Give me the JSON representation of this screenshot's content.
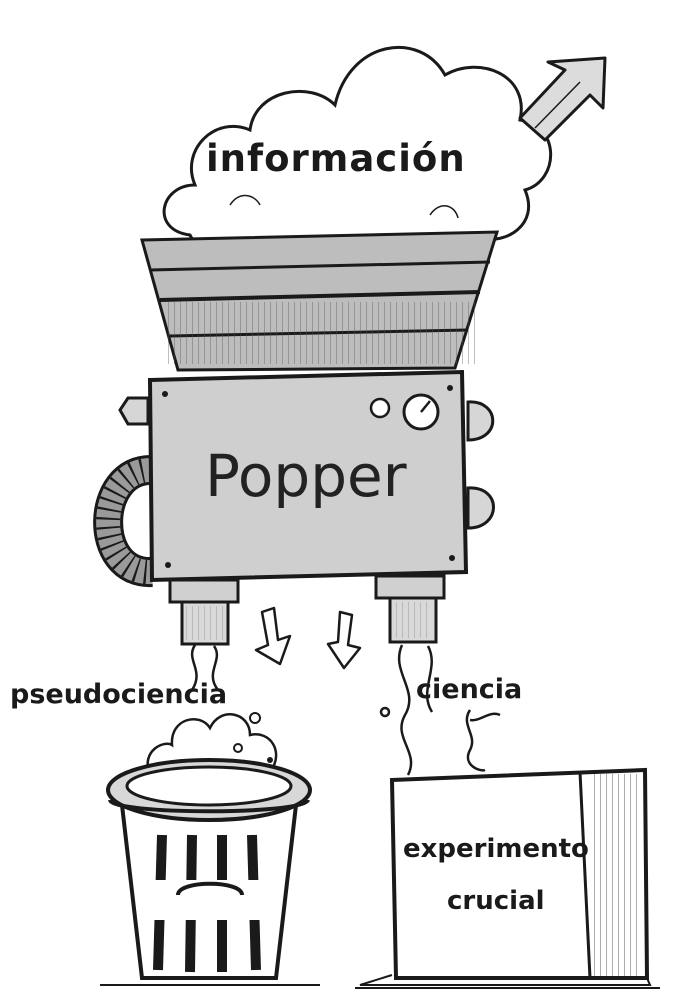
{
  "labels": {
    "input": "información",
    "machine": "Popper",
    "rejected": "pseudociencia",
    "accepted": "ciencia",
    "crate_line1": "experimento",
    "crate_line2": "crucial"
  },
  "colors": {
    "ink": "#1a1a1a",
    "machine_body": "#cfcfcf",
    "funnel": "#b9b9b9",
    "paper": "#ffffff"
  },
  "icons": [
    "cloud",
    "arrow",
    "funnel",
    "machine",
    "dial",
    "trash-can",
    "crate",
    "steam"
  ]
}
